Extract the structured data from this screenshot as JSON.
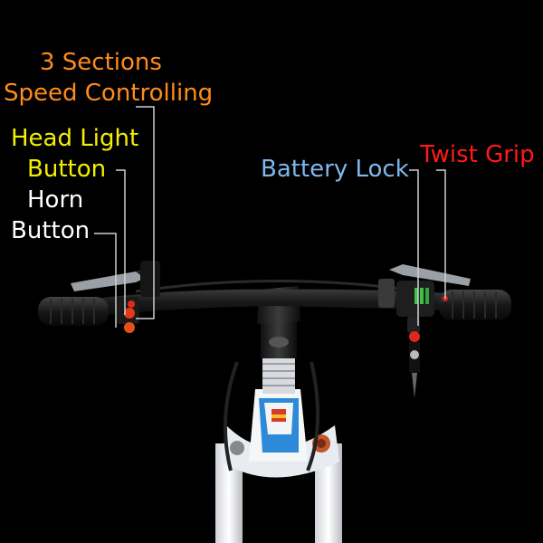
{
  "labels": {
    "speed_line1": "3 Sections",
    "speed_line2": "Speed Controlling",
    "headlight_line1": "Head Light",
    "headlight_line2": "Button",
    "horn_line1": "Horn",
    "horn_line2": "Button",
    "battery_lock": "Battery Lock",
    "twist_grip": "Twist Grip"
  },
  "colors": {
    "background": "#000000",
    "speed": "#ff8c1a",
    "headlight": "#f4f000",
    "horn": "#ffffff",
    "battery_lock": "#7fb8ec",
    "twist_grip": "#ff1a1a"
  }
}
